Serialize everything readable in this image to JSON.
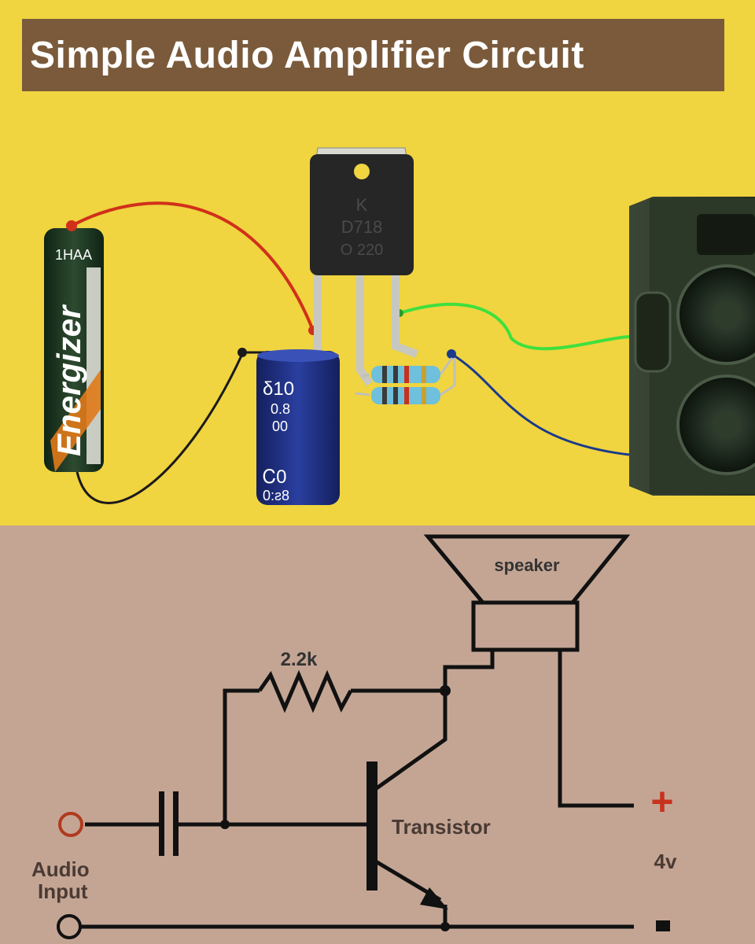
{
  "title": "Simple Audio Amplifier Circuit",
  "colors": {
    "top_background": "#f0d440",
    "bottom_background": "#c4a594",
    "title_box": "#7a5a3a",
    "wire_red": "#d0301a",
    "wire_black": "#1a1a1a",
    "wire_green": "#3ee03e",
    "wire_blue": "#1a3a8a",
    "capacitor": "#1c2f86",
    "plus_sign": "#c8321c",
    "input_terminal": "#b03a1e"
  },
  "battery": {
    "size_label": "1HAA",
    "brand": "Energizer"
  },
  "transistor_component": {
    "line1": "K",
    "line2": "D718",
    "line3": "O 220"
  },
  "capacitor": {
    "line1": "δ10",
    "line2": "0.8",
    "line3": "00",
    "line4": "Ꮯ0",
    "line5": "0:ƨ8"
  },
  "schematic": {
    "speaker_label": "speaker",
    "resistor_label": "2.2k",
    "transistor_label": "Transistor",
    "input_label_line1": "Audio",
    "input_label_line2": "Input",
    "voltage_label": "4v",
    "plus_symbol": "+",
    "minus_symbol": "-"
  }
}
